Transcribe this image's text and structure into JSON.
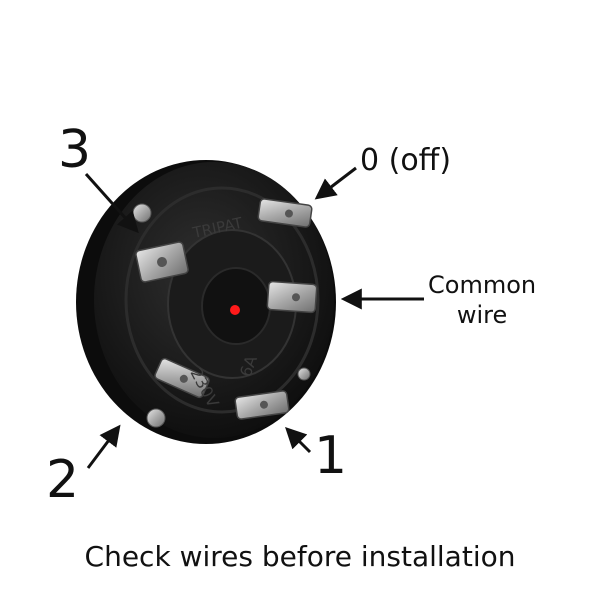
{
  "labels": {
    "terminal_3": "3",
    "terminal_2": "2",
    "terminal_1": "1",
    "terminal_0": "0 (off)",
    "common_line1": "Common",
    "common_line2": "wire"
  },
  "caption": "Check wires before installation",
  "body_text": {
    "voltage": "230V",
    "current": "6A",
    "brand": "TRIPAT"
  },
  "colors": {
    "switch_body": "#1a1a1a",
    "terminal_metal": "#b9b9b9",
    "indicator": "#ff1a1a"
  }
}
